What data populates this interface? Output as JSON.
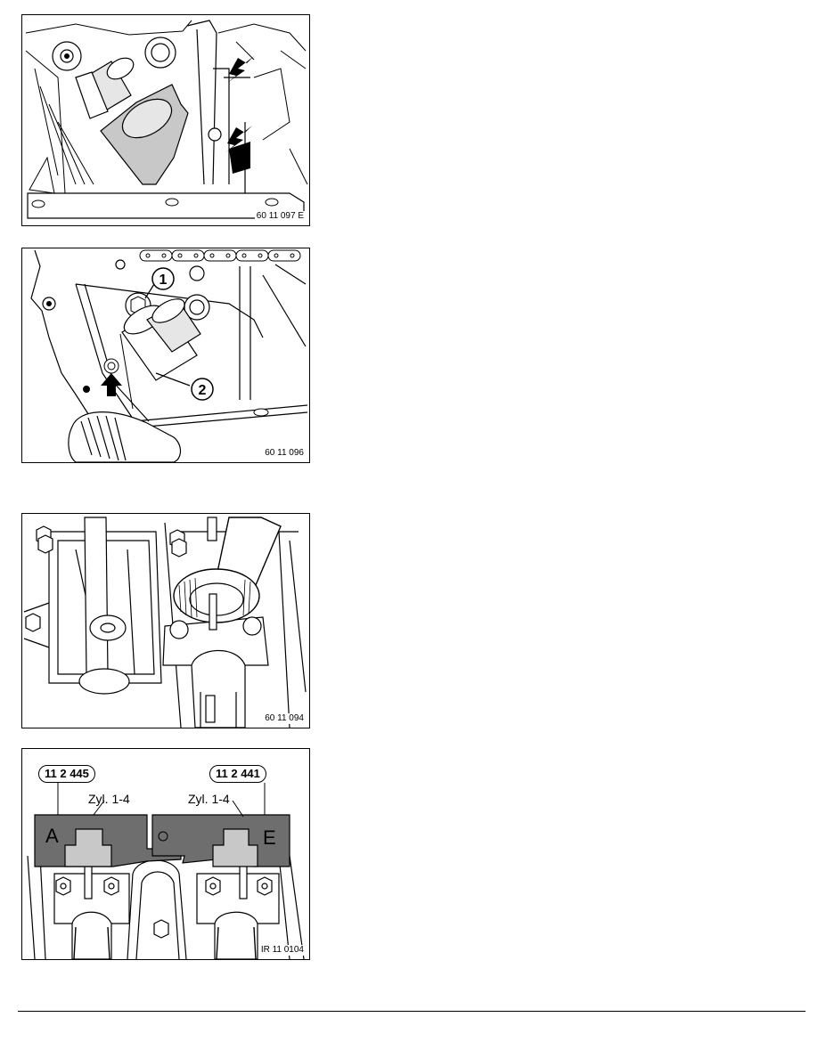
{
  "figures": [
    {
      "code": "60 11 097 E",
      "icons": [
        "arrow-icon",
        "arrow-icon"
      ]
    },
    {
      "code": "60 11 096",
      "callouts": [
        "1",
        "2"
      ],
      "icons": [
        "arrow-icon"
      ]
    },
    {
      "code": "60 11 094"
    },
    {
      "code": "IR 11 0104",
      "tools": [
        "11 2 445",
        "11 2 441"
      ],
      "cylinder_labels": [
        "Zyl. 1-4",
        "Zyl. 1-4"
      ],
      "letters": [
        "A",
        "E"
      ]
    }
  ],
  "colors": {
    "line": "#000000",
    "shade": "#c8c8c8",
    "tool_fill": "#6e6e6e",
    "light_fill": "#e6e6e6"
  }
}
